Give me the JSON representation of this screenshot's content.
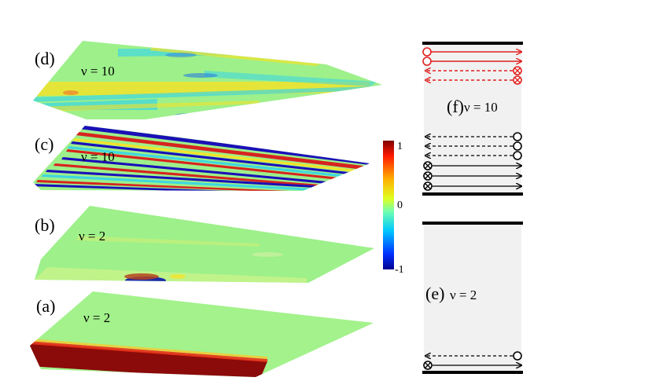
{
  "figure": {
    "panels": [
      {
        "letter": "(d)",
        "label": "ν = 10"
      },
      {
        "letter": "(c)",
        "label": "ν = 10"
      },
      {
        "letter": "(b)",
        "label": "ν = 2"
      },
      {
        "letter": "(a)",
        "label": "ν = 2"
      },
      {
        "letter": "(f)",
        "label": "ν = 10"
      },
      {
        "letter": "(e)",
        "label": "ν = 2"
      }
    ],
    "colorbar": {
      "ticks": [
        "1",
        "0",
        "-1"
      ],
      "range": [
        -1,
        1
      ],
      "colormap": "jet"
    },
    "edge_schematic_f": {
      "top_edge_red": [
        {
          "direction": "right",
          "style": "solid",
          "marker": "circle"
        },
        {
          "direction": "right",
          "style": "solid",
          "marker": "circle"
        },
        {
          "direction": "left",
          "style": "dashed",
          "marker": "cross"
        },
        {
          "direction": "left",
          "style": "dashed",
          "marker": "cross"
        }
      ],
      "bottom_edge_black": [
        {
          "direction": "left",
          "style": "dashed",
          "marker": "circle"
        },
        {
          "direction": "left",
          "style": "dashed",
          "marker": "circle"
        },
        {
          "direction": "left",
          "style": "dashed",
          "marker": "circle"
        },
        {
          "direction": "right",
          "style": "solid",
          "marker": "cross"
        },
        {
          "direction": "right",
          "style": "solid",
          "marker": "cross"
        },
        {
          "direction": "right",
          "style": "solid",
          "marker": "cross"
        }
      ]
    },
    "edge_schematic_e": {
      "bottom_edge_black": [
        {
          "direction": "left",
          "style": "dashed",
          "marker": "circle"
        },
        {
          "direction": "right",
          "style": "solid",
          "marker": "cross"
        }
      ]
    },
    "colors": {
      "red": "#e0201e",
      "dark_red": "#8b0a0a",
      "blue": "#1a10b8",
      "green_base": "#9df08a",
      "yellow": "#f2e32a",
      "cyan": "#3fd7e0",
      "panel_gray": "#f1f1f1"
    }
  }
}
